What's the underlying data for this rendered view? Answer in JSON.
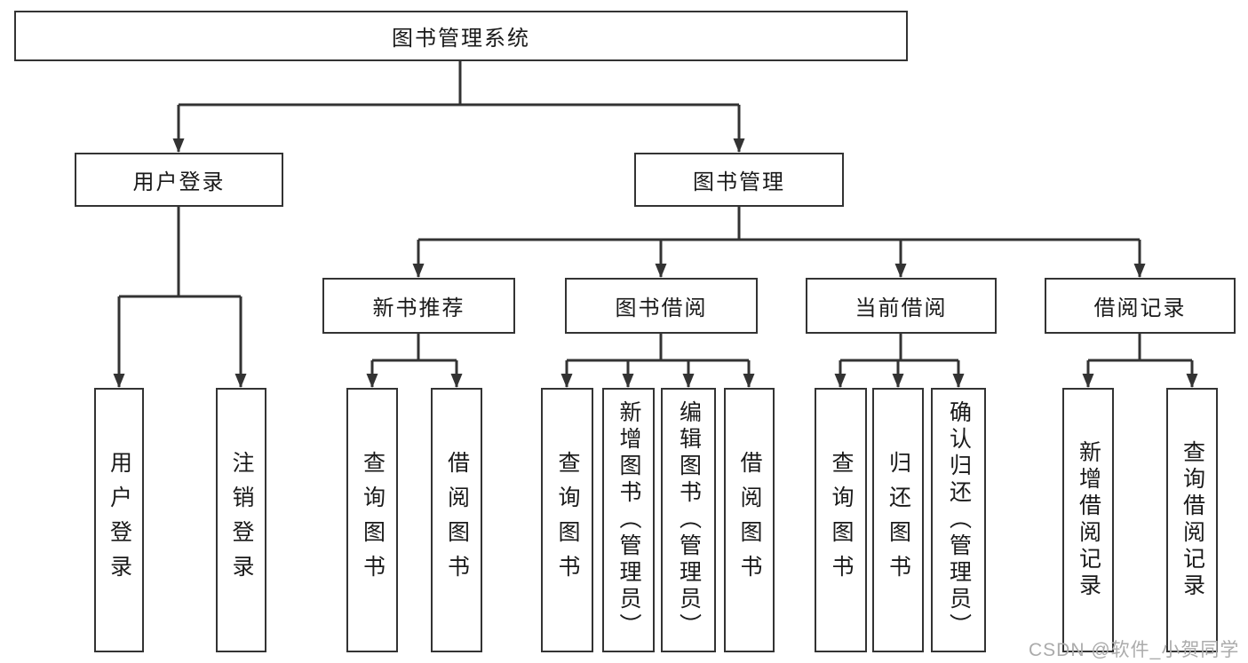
{
  "diagram": {
    "title": "图书管理系统",
    "root": {
      "label": "图书管理系统"
    },
    "level2": [
      {
        "label": "用户登录"
      },
      {
        "label": "图书管理"
      }
    ],
    "level3": [
      {
        "label": "新书推荐"
      },
      {
        "label": "图书借阅"
      },
      {
        "label": "当前借阅"
      },
      {
        "label": "借阅记录"
      }
    ],
    "leaves": {
      "user_login": [
        {
          "label": "用户登录"
        },
        {
          "label": "注销登录"
        }
      ],
      "new_book": [
        {
          "label": "查询图书"
        },
        {
          "label": "借阅图书"
        }
      ],
      "book_borrow": [
        {
          "label": "查询图书"
        },
        {
          "label": "新增图书（管理员）"
        },
        {
          "label": "编辑图书（管理员）"
        },
        {
          "label": "借阅图书"
        }
      ],
      "current_borrow": [
        {
          "label": "查询图书"
        },
        {
          "label": "归还图书"
        },
        {
          "label": "确认归还（管理员）"
        }
      ],
      "records": [
        {
          "label": "新增借阅记录"
        },
        {
          "label": "查询借阅记录"
        }
      ]
    },
    "watermark": "CSDN @软件_小贺同学",
    "colors": {
      "line": "#333333",
      "box_border": "#333333",
      "text": "#1a1a1a",
      "background": "#ffffff",
      "watermark": "#ababab"
    }
  }
}
